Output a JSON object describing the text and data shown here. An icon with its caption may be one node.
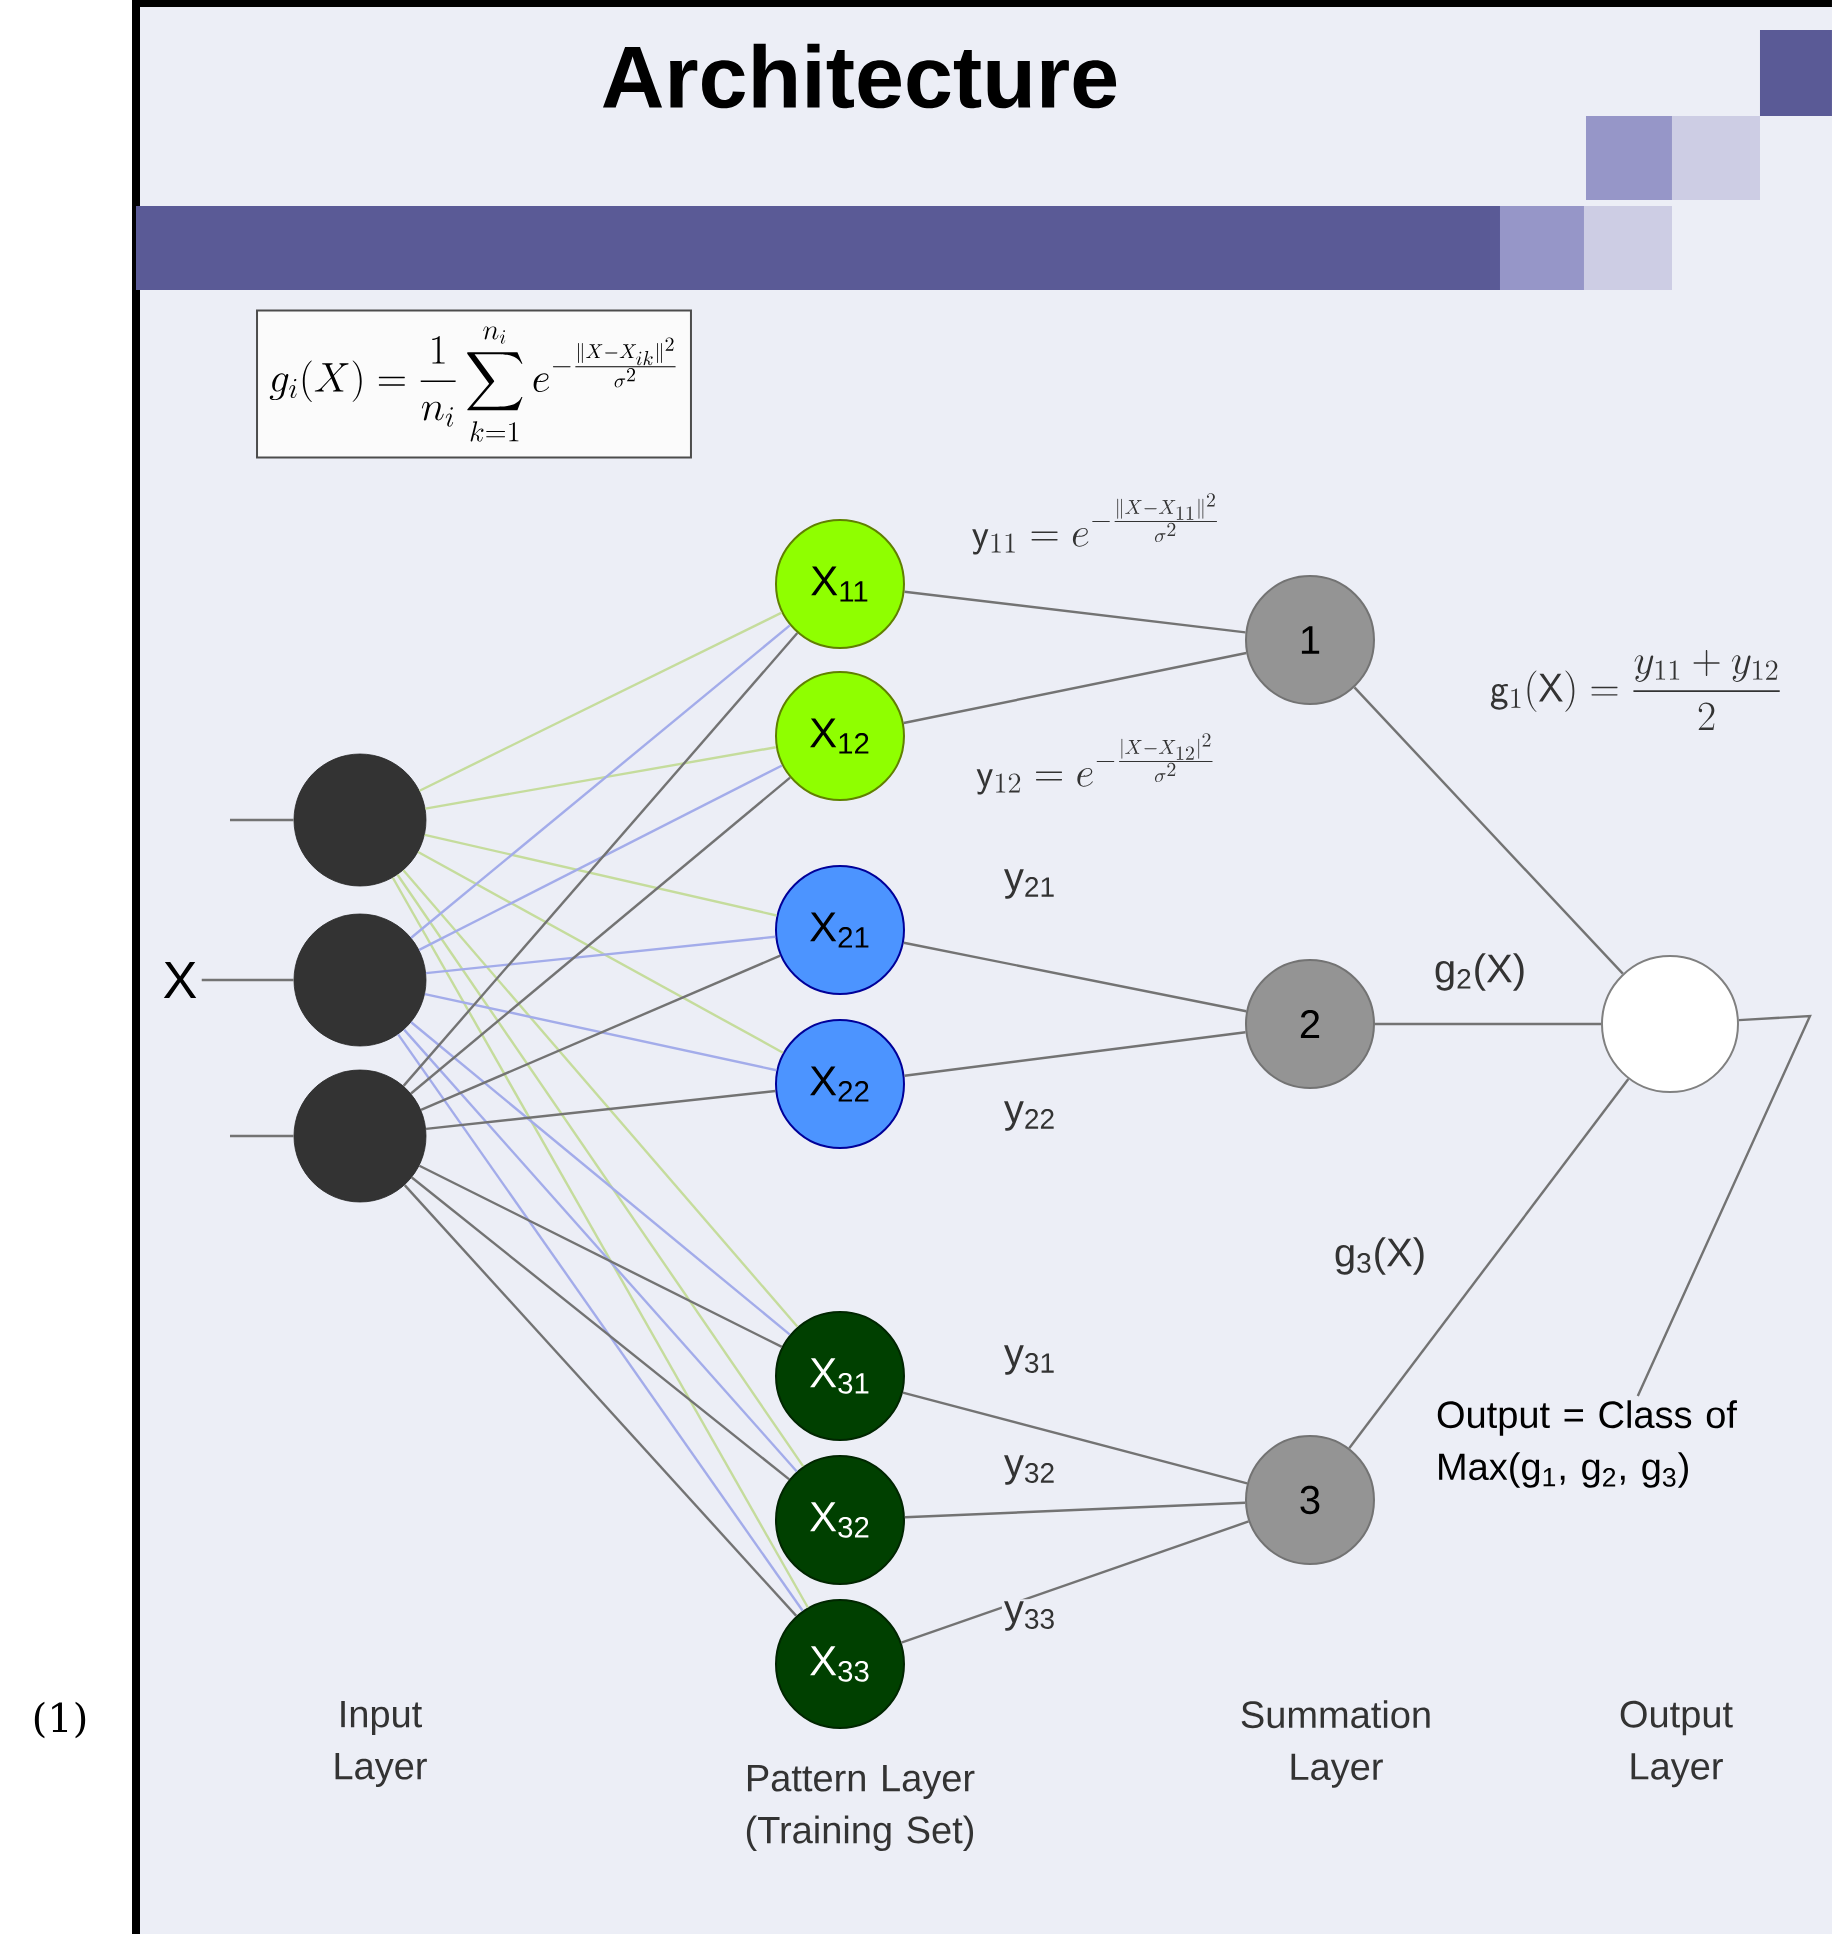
{
  "diagram": {
    "title": "Architecture",
    "nodes": [
      {
        "text": [
          "g_i(X)=\\frac{1}{n_i}\\sum_{k=1}^{n_i} e^{-\\frac{\\|X-X_{ik}\\|^2}{\\sigma^2}}"
        ]
      },
      {
        "text": [],
        "shape": "circle"
      },
      {
        "text": [],
        "shape": "circle"
      },
      {
        "text": [],
        "shape": "circle"
      },
      {
        "text": [
          "X"
        ]
      },
      {
        "text": [
          "X$_{11}$"
        ]
      },
      {
        "text": [
          "X$_{12}$"
        ]
      },
      {
        "text": [
          "X$_{21}$"
        ]
      },
      {
        "text": [
          "X$_{22}$"
        ]
      },
      {
        "text": [
          "X$_{31}$"
        ]
      },
      {
        "text": [
          "X$_{32}$"
        ]
      },
      {
        "text": [
          "X$_{33}$"
        ]
      },
      {
        "text": [
          "1"
        ]
      },
      {
        "text": [
          "2"
        ]
      },
      {
        "text": [
          "3"
        ]
      },
      {
        "text": [],
        "shape": "circle"
      },
      {
        "text": [
          "Output = Class of Max(g$_{1}$, g$_{2}$, g$_{3}$)"
        ]
      }
    ],
    "edges": [
      {
        "from": null,
        "to": 1,
        "arrow": "none"
      },
      {
        "from": 4,
        "to": 2,
        "arrow": "none"
      },
      {
        "from": null,
        "to": 3,
        "arrow": "none"
      },
      {
        "from": 1,
        "to": 5,
        "arrow": "none",
        "color": "#c5dc9c"
      },
      {
        "from": 1,
        "to": 6,
        "arrow": "none",
        "color": "#c5dc9c"
      },
      {
        "from": 1,
        "to": 7,
        "arrow": "none",
        "color": "#c5dc9c"
      },
      {
        "from": 1,
        "to": 8,
        "arrow": "none",
        "color": "#c5dc9c"
      },
      {
        "from": 1,
        "to": 9,
        "arrow": "none",
        "color": "#c5dc9c"
      },
      {
        "from": 1,
        "to": 10,
        "arrow": "none",
        "color": "#c5dc9c"
      },
      {
        "from": 1,
        "to": 11,
        "arrow": "none",
        "color": "#c5dc9c"
      },
      {
        "from": 2,
        "to": 5,
        "arrow": "none",
        "color": "#a3acea"
      },
      {
        "from": 2,
        "to": 6,
        "arrow": "none",
        "color": "#a3acea"
      },
      {
        "from": 2,
        "to": 7,
        "arrow": "none",
        "color": "#a3acea"
      },
      {
        "from": 2,
        "to": 8,
        "arrow": "none",
        "color": "#a3acea"
      },
      {
        "from": 2,
        "to": 9,
        "arrow": "none",
        "color": "#a3acea"
      },
      {
        "from": 2,
        "to": 10,
        "arrow": "none",
        "color": "#a3acea"
      },
      {
        "from": 2,
        "to": 11,
        "arrow": "none",
        "color": "#a3acea"
      },
      {
        "from": 3,
        "to": 5,
        "arrow": "none"
      },
      {
        "from": 3,
        "to": 6,
        "arrow": "none"
      },
      {
        "from": 3,
        "to": 7,
        "arrow": "none"
      },
      {
        "from": 3,
        "to": 8,
        "arrow": "none"
      },
      {
        "from": 3,
        "to": 9,
        "arrow": "none"
      },
      {
        "from": 3,
        "to": 10,
        "arrow": "none"
      },
      {
        "from": 3,
        "to": 11,
        "arrow": "none"
      },
      {
        "from": 5,
        "to": 12,
        "arrow": "none",
        "label": "\\mathsf{y}_{11} = e^{-\\frac{\\|X-X_{11}\\|^2}{\\sigma^2}}"
      },
      {
        "from": 6,
        "to": 12,
        "arrow": "none",
        "label": "\\mathsf{y}_{12} = e^{-\\frac{|X-X_{12}|^2}{\\sigma^2}}"
      },
      {
        "from": 7,
        "to": 13,
        "arrow": "none",
        "label": "y$_{21}$"
      },
      {
        "from": 8,
        "to": 13,
        "arrow": "none",
        "label": "y$_{22}$"
      },
      {
        "from": 9,
        "to": 14,
        "arrow": "none",
        "label": "y$_{31}$"
      },
      {
        "from": 10,
        "to": 14,
        "arrow": "none",
        "label": "y$_{32}$"
      },
      {
        "from": 11,
        "to": 14,
        "arrow": "none",
        "label": "y$_{33}$"
      },
      {
        "from": 12,
        "to": 15,
        "arrow": "none",
        "label": "\\mathsf{g}_1(\\mathsf{X}) = \\frac{y_{11}+y_{12}}{2}"
      },
      {
        "from": 13,
        "to": 15,
        "arrow": "none",
        "label": "g$_{2}$(X)"
      },
      {
        "from": 14,
        "to": 15,
        "arrow": "none",
        "label": "g$_{3}$(X)"
      },
      {
        "from": 15,
        "to": 16,
        "arrow": "none"
      }
    ],
    "labels": [
      "(1)",
      "Input Layer",
      "Pattern Layer (Training Set)",
      "Summation Layer",
      "Output Layer"
    ]
  }
}
